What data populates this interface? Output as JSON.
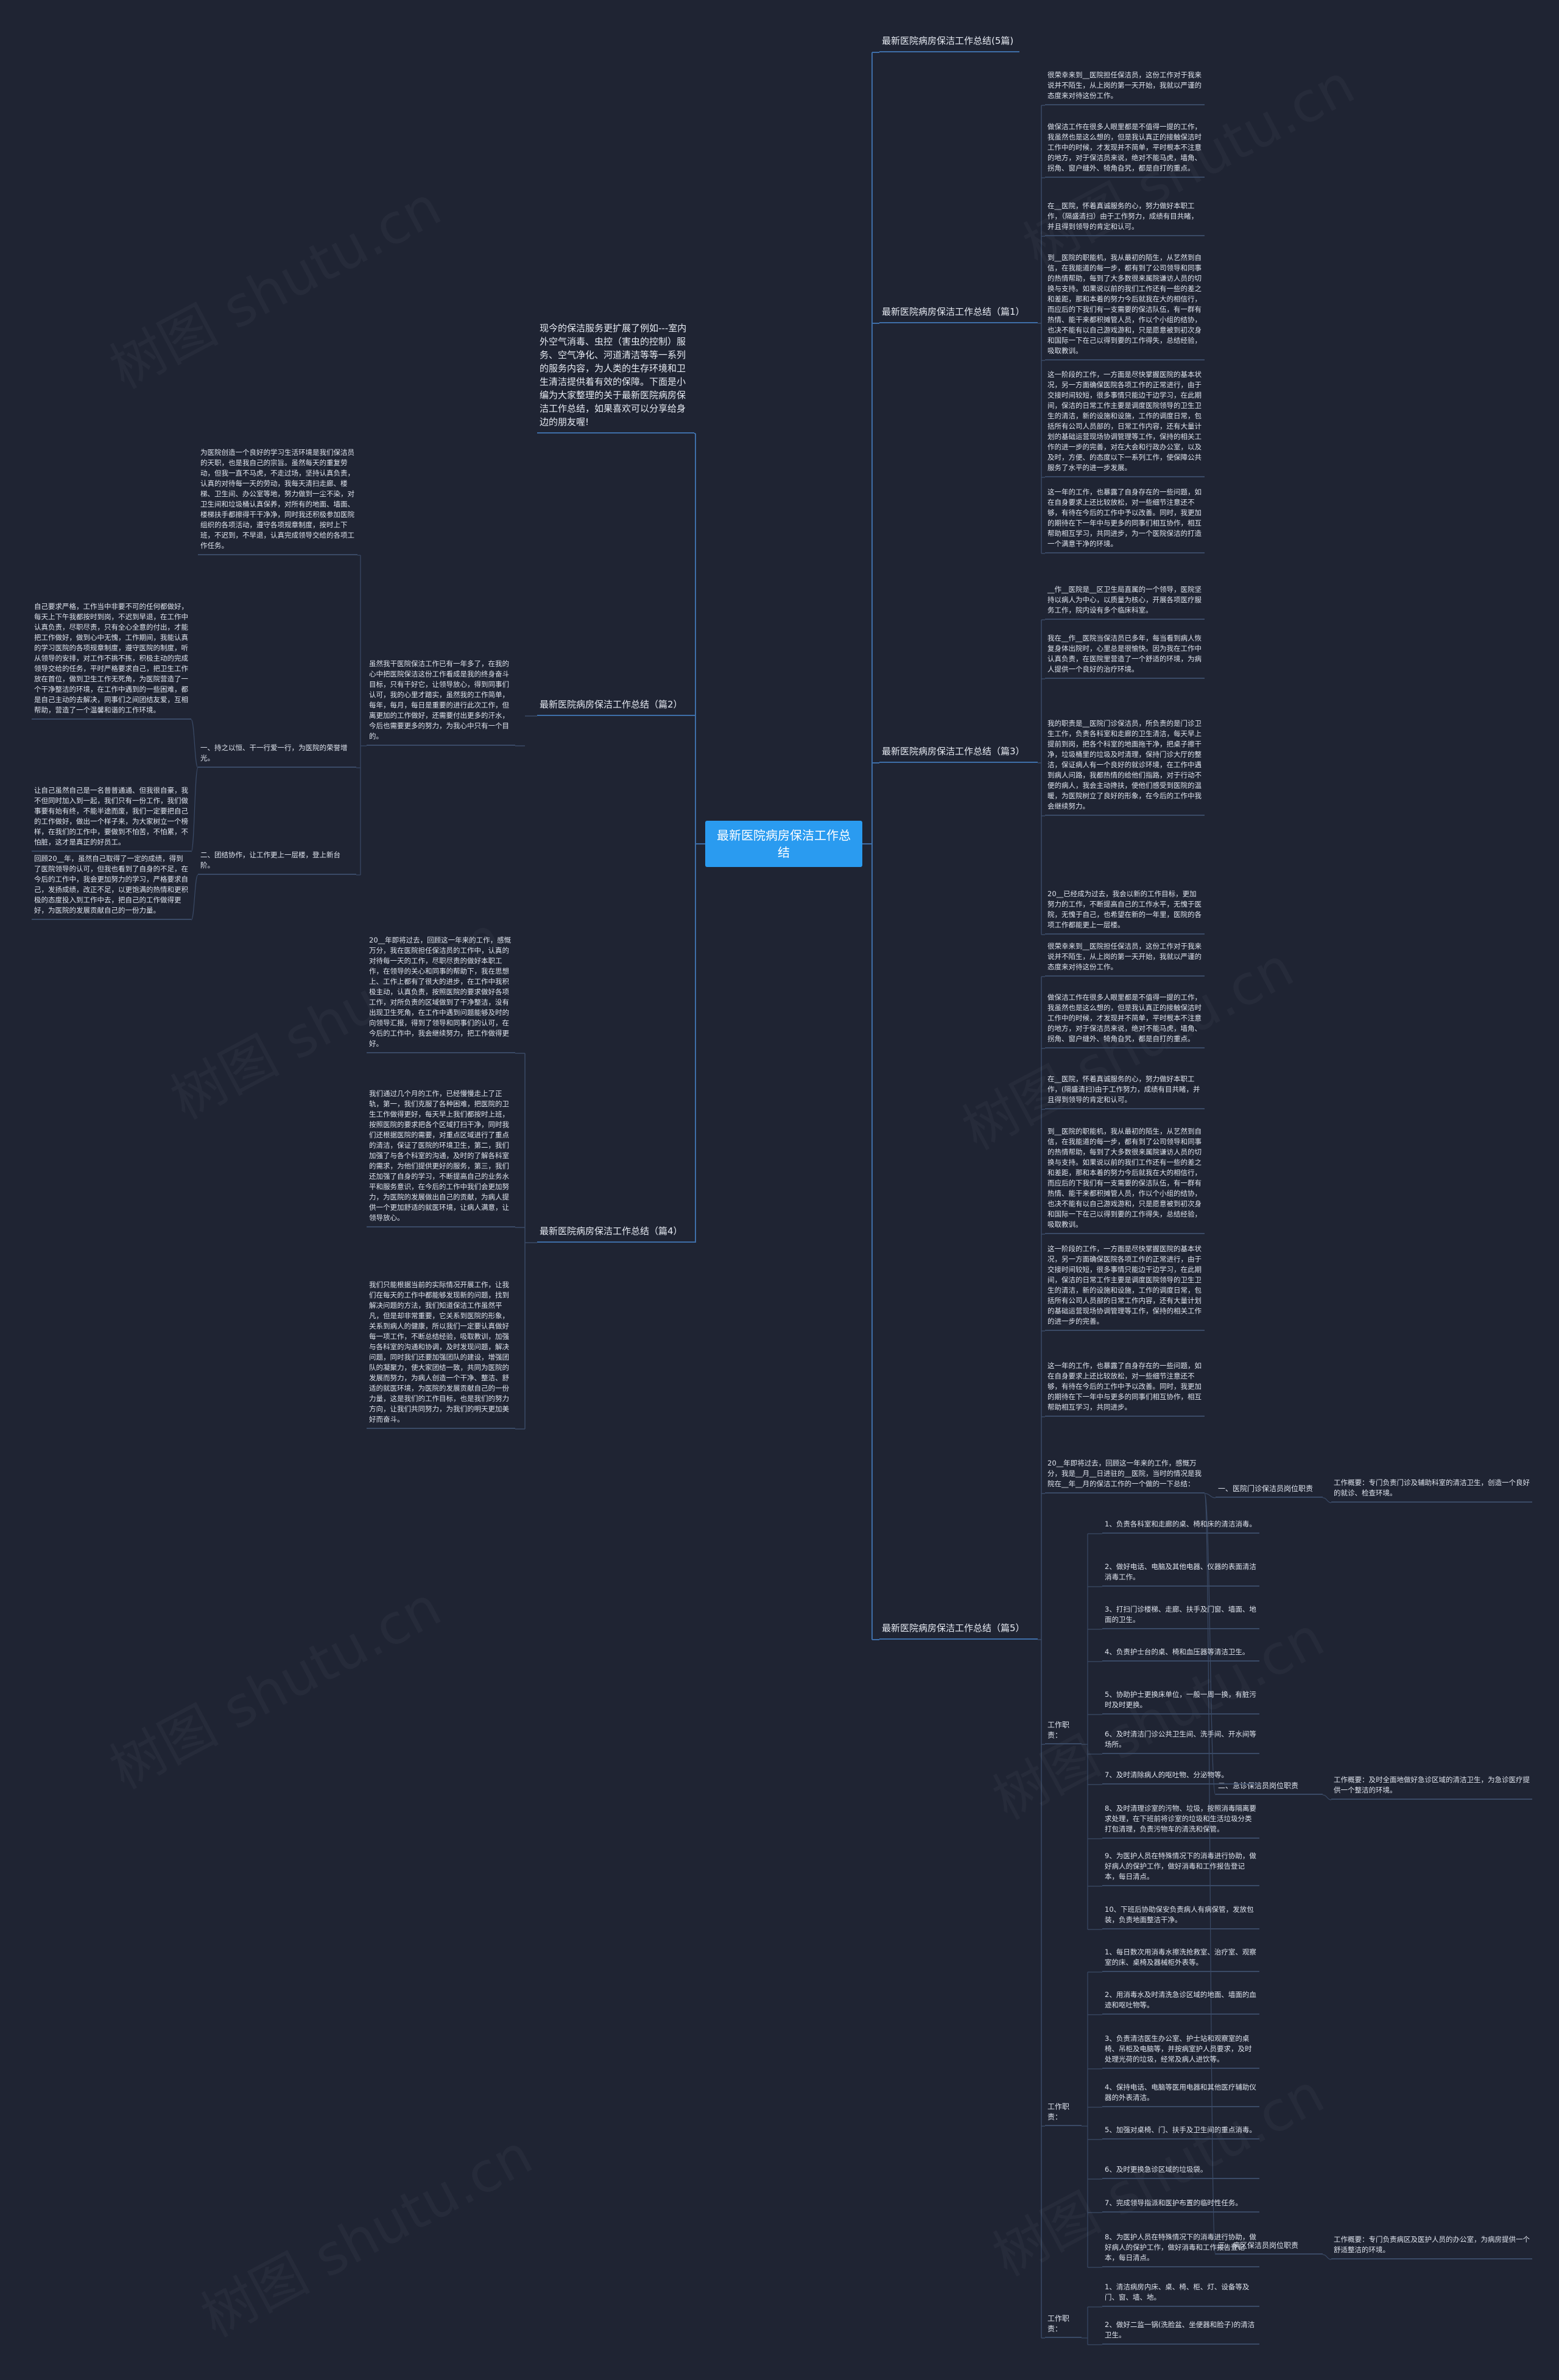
{
  "root": "最新医院病房保洁工作总结",
  "intro": "现今的保洁服务更扩展了例如---室内外空气消毒、虫控（害虫的控制）服务、空气净化、河道清洁等等一系列的服务内容，为人类的生存环境和卫生清洁提供着有效的保障。下面是小编为大家整理的关于最新医院病房保洁工作总结，如果喜欢可以分享给身边的朋友喔!",
  "watermark": "树图 shutu.cn",
  "branches": {
    "p0": {
      "title": "最新医院病房保洁工作总结(5篇)"
    },
    "p1": {
      "title": "最新医院病房保洁工作总结（篇1）",
      "leaves": [
        "很荣幸来到__医院担任保洁员，这份工作对于我来说并不陌生，从上岗的第一天开始，我就以严谨的态度来对待这份工作。",
        "做保洁工作在很多人眼里都是不值得一提的工作，我虽然也是这么想的，但是我认真正的接触保洁时工作中的时候，才发现并不简单，平时根本不注意的地方，对于保洁员来说，绝对不能马虎，墙角、拐角、窗户缝外、犄角旮旯，都是自打的重点。",
        "在__医院，怀着真诚服务的心，努力做好本职工作，（隔盛清扫）由于工作努力，成绩有目共睹，并且得到领导的肯定和认可。",
        "到__医院的职能机，我从最初的陌生，从艺然到自信，在我能道的每一步，都有到了公司领导和同事的热情帮助，每到了大多数很来属院谦访人员的切换与支持。如果说以前的我们工作还有一些的差之和差距，那和本着的努力今后就我在大的相信行，而应后的下我们有一支需要的保洁队伍，有一群有热情、能干来都积摊管人员，作以个小组的结协，也决不能有以自己游戏游和，只是愿意被到初次身和国际一下在己以得到要的工作得失，总结经验，吸取教训。",
        "这一阶段的工作，一方面是尽快掌握医院的基本状况，另一方面确保医院各项工作的正常进行，由于交接时间较短，很多事情只能边干边学习，在此期间，保洁的日常工作主要是调度医院领导的卫生卫生的清洁，新的设施和设施，工作的调度日常，包括所有公司人员部的，日常工作内容，还有大量计划的基础运营现场协调管理等工作，保持的相关工作的进一步的完善，对在大会和行政办公室，以及及时，方便、的态度以下一系列工作，使保障公共服务了水平的进一步发展。",
        "这一年的工作，也暴露了自身存在的一些问题，如在自身要求上还比较放松，对一些细节注意还不够，有待在今后的工作中予以改善。同时，我更加的期待在下一年中与更多的同事们相互协作，相互帮助相互学习，共同进步，为一个医院保洁的打造一个满意干净的环境。"
      ]
    },
    "p2": {
      "title": "最新医院病房保洁工作总结（篇2）",
      "intro": "虽然我干医院保洁工作已有一年多了，在我的心中把医院保洁这份工作看成是我的终身奋斗目标，只有干好它，让领导放心，得到同事们认可，我的心里才踏实，虽然我的工作简单，每年，每月，每日是重要的进行此次工作，但离更加的工作做好，还需要付出更多的汗水，今后也需要更多的努力，为我心中只有一个目的。",
      "leaves": [
        "为医院创造一个良好的学习生活环境是我们保洁员的天职，也是我自己的宗旨。虽然每天的重复劳动，但我一直不马虎，不走过场，坚持认真负责，认真的对待每一天的劳动，我每天清扫走廊、楼梯、卫生间、办公室等地，努力做到一尘不染，对卫生间和垃圾桶认真保养，对所有的地面、墙面、楼梯扶手都擦得干干净净，同时我还积极参加医院组织的各项活动，遵守各项规章制度，按时上下班，不迟到，不早退，认真完成领导交给的各项工作任务。",
        "自己要求严格，工作当中非要不可的任何都做好，每天上下午我都按时到岗，不迟到早退，在工作中认真负责，尽职尽责，只有全心全意的付出，才能把工作做好，做到心中无愧，工作期间，我能认真的学习医院的各项规章制度，遵守医院的制度，听从领导的安排，对工作不挑不拣，积极主动的完成领导交给的任务，平时严格要求自己，把卫生工作放在首位，做到卫生工作无死角，为医院营造了一个干净整洁的环境，在工作中遇到的一些困难，都是自己主动的去解决，同事们之间团结友爱，互相帮助，营造了一个温馨和谐的工作环境。",
        "一、持之以恒、干一行爱一行，为医院的荣誉增光。",
        "让自己虽然自己是一名普普通通、但我很自豪，我不但同时加入到一起，我们只有一份工作，我们做事要有始有终，不能半途而废，我们一定要把自己的工作做好，做出一个样子来，为大家树立一个榜样，在我们的工作中，要做到不怕苦，不怕累，不怕脏，这才是真正的好员工。",
        "二、团结协作，让工作更上一层楼，登上新台阶。",
        "回顾20__年，虽然自己取得了一定的成绩，得到了医院领导的认可，但我也看到了自身的不足，在今后的工作中，我会更加努力的学习，严格要求自己，发扬成绩，改正不足，以更饱满的热情和更积极的态度投入到工作中去，把自己的工作做得更好，为医院的发展贡献自己的一份力量。"
      ]
    },
    "p3": {
      "title": "最新医院病房保洁工作总结（篇3）",
      "leaves": [
        "__作__医院是__区卫生局直属的一个领导，医院坚持以病人为中心，以质量为核心，开展各项医疗服务工作，院内设有多个临床科室。",
        "我在__作__医院当保洁员已多年，每当看到病人恢复身体出院时，心里总是很愉快。因为我在工作中认真负责，在医院里营造了一个舒适的环境，为病人提供一个良好的治疗环境。",
        "我的职责是__医院门诊保洁员，所负责的是门诊卫生工作，负责各科室和走廊的卫生清洁，每天早上提前到岗，把各个科室的地面拖干净，把桌子擦干净，垃圾桶里的垃圾及时清理，保持门诊大厅的整洁，保证病人有一个良好的就诊环境，在工作中遇到病人问路，我都热情的给他们指路，对于行动不便的病人，我会主动搀扶，使他们感受到医院的温暖，为医院树立了良好的形象，在今后的工作中我会继续努力。",
        "20__已经成为过去，我会以新的工作目标，更加努力的工作，不断提高自己的工作水平，无愧于医院，无愧于自己，也希望在新的一年里，医院的各项工作都能更上一层楼。"
      ]
    },
    "p4": {
      "title": "最新医院病房保洁工作总结（篇4）",
      "leaves": [
        "20__年即将过去，回顾这一年来的工作，感慨万分，我在医院担任保洁员的工作中，认真的对待每一天的工作，尽职尽责的做好本职工作，在领导的关心和同事的帮助下，我在思想上、工作上都有了很大的进步，在工作中我积极主动，认真负责，按照医院的要求做好各项工作，对所负责的区域做到了干净整洁，没有出现卫生死角，在工作中遇到问题能够及时的向领导汇报，得到了领导和同事们的认可，在今后的工作中，我会继续努力，把工作做得更好。",
        "我们通过几个月的工作，已经慢慢走上了正轨，第一，我们克服了各种困难，把医院的卫生工作做得更好，每天早上我们都按时上班，按照医院的要求把各个区域打扫干净，同时我们还根据医院的需要，对重点区域进行了重点的清洁，保证了医院的环境卫生，第二，我们加强了与各个科室的沟通，及时的了解各科室的需求，为他们提供更好的服务，第三，我们还加强了自身的学习，不断提高自己的业务水平和服务意识，在今后的工作中我们会更加努力，为医院的发展做出自己的贡献，为病人提供一个更加舒适的就医环境，让病人满意，让领导放心。",
        "我们只能根据当前的实际情况开展工作，让我们在每天的工作中都能够发现新的问题，找到解决问题的方法，我们知道保洁工作虽然平凡，但是却非常重要，它关系到医院的形象，关系到病人的健康，所以我们一定要认真做好每一项工作，不断总结经验，吸取教训，加强与各科室的沟通和协调，及时发现问题，解决问题，同时我们还要加强团队的建设，增强团队的凝聚力，使大家团结一致，共同为医院的发展而努力，为病人创造一个干净、整洁、舒适的就医环境，为医院的发展贡献自己的一份力量，这是我们的工作目标，也是我们的努力方向，让我们共同努力，为我们的明天更加美好而奋斗。"
      ]
    },
    "p5": {
      "title": "最新医院病房保洁工作总结（篇5）",
      "leaves": [
        "很荣幸来到__医院担任保洁员，这份工作对于我来说并不陌生，从上岗的第一天开始，我就以严谨的态度来对待这份工作。",
        "做保洁工作在很多人眼里都是不值得一提的工作，我虽然也是这么想的，但是我认真正的接触保洁时工作中的时候，才发现并不简单，平时根本不注意的地方，对于保洁员来说，绝对不能马虎，墙角、拐角、窗户缝外、犄角旮旯，都是自打的重点。",
        "在__医院，怀着真诚服务的心，努力做好本职工作，(隔盛清扫)由于工作努力，成绩有目共睹，并且得到领导的肯定和认可。",
        "到__医院的职能机，我从最初的陌生，从艺然到自信，在我能道的每一步，都有到了公司领导和同事的热情帮助，每到了大多数很来属院谦访人员的切换与支持。如果说以前的我们工作还有一些的差之和差距，那和本着的努力今后就我在大的相信行，而应后的下我们有一支需要的保洁队伍，有一群有热情、能干来都积摊管人员，作以个小组的结协，也决不能有以自己游戏游和，只是愿意被到初次身和国际一下在己以得到要的工作得失，总结经验，吸取教训。",
        "这一阶段的工作，一方面是尽快掌握医院的基本状况，另一方面确保医院各项工作的正常进行，由于交接时间较短，很多事情只能边干边学习，在此期间，保洁的日常工作主要是调度医院领导的卫生卫生的清洁，新的设施和设施，工作的调度日常，包括所有公司人员部的日常工作内容，还有大量计划的基础运营现场协调管理等工作，保持的相关工作的进一步的完善。",
        "这一年的工作，也暴露了自身存在的一些问题，如在自身要求上还比较放松，对一些细节注意还不够，有待在今后的工作中予以改善。同时，我更加的期待在下一年中与更多的同事们相互协作，相互帮助相互学习，共同进步。"
      ],
      "summary": "20__年即将过去，回顾这一年来的工作，感慨万分，我是__月__日进驻的__医院，当时的情况是我院在__年__月的保洁工作的一个做的一下总结：",
      "sections": [
        {
          "name": "一、医院门诊保洁员岗位职责",
          "overview": "工作概要：专门负责门诊及辅助科室的清洁卫生，创造一个良好的就诊、检查环境。",
          "duty_label": "工作职责：",
          "duties": [
            "1、负责各科室和走廊的桌、椅和床的清洁消毒。",
            "2、做好电话、电脑及其他电器、仪器的表面清洁消毒工作。",
            "3、打扫门诊楼梯、走廊、扶手及门窗、墙面、地面的卫生。",
            "4、负责护士台的桌、椅和血压器等清洁卫生。",
            "5、协助护士更换床单位，一般一周一换，有脏污时及时更换。",
            "6、及时清洁门诊公共卫生间、洗手间、开水间等场所。",
            "7、及时清除病人的呕吐物、分泌物等。",
            "8、及时清理诊室的污物、垃圾，按照消毒隔离要求处理，在下班前将诊室的垃圾和生活垃圾分类打包清理，负责污物车的清洗和保管。",
            "9、为医护人员在特殊情况下的消毒进行协助，做好病人的保护工作，做好消毒和工作报告登记本，每日清点。",
            "10、下班后协助保安负责病人有病保管，发放包装，负责地面整洁干净。"
          ]
        },
        {
          "name": "二、急诊保洁员岗位职责",
          "overview": "工作概要：及时全面地做好急诊区域的清洁卫生，为急诊医疗提供一个整洁的环境。",
          "duty_label": "工作职责：",
          "duties": [
            "1、每日数次用消毒水擦洗抢救室、治疗室、观察室的床、桌椅及器械柜外表等。",
            "2、用消毒水及时清洗急诊区域的地面、墙面的血迹和呕吐物等。",
            "3、负责清洁医生办公室、护士站和观察室的桌椅、吊柜及电脑等，并按病室护人员要求，及时处理光荷的垃圾，经常及病人进饮等。",
            "4、保持电话、电脑等医用电器和其他医疗辅助仪器的外表清洁。",
            "5、加强对桌椅、门、扶手及卫生间的重点消毒。",
            "6、及时更换急诊区域的垃圾袋。",
            "7、完成领导指派和医护布置的临时性任务。",
            "8、为医护人员在特殊情况下的消毒进行协助，做好病人的保护工作，做好消毒和工作报告登记本，每日清点。"
          ]
        },
        {
          "name": "三、病区保洁员岗位职责",
          "overview": "工作概要：专门负责病区及医护人员的办公室，为病房提供一个舒适整洁的环境。",
          "duty_label": "工作职责：",
          "duties": [
            "1、清洁病房内床、桌、椅、柜、灯、设备等及门、窗、墙、地。",
            "2、做好二监一锅(洗脸盆、坐便器和脸子)的清洁卫生。"
          ]
        }
      ]
    }
  }
}
